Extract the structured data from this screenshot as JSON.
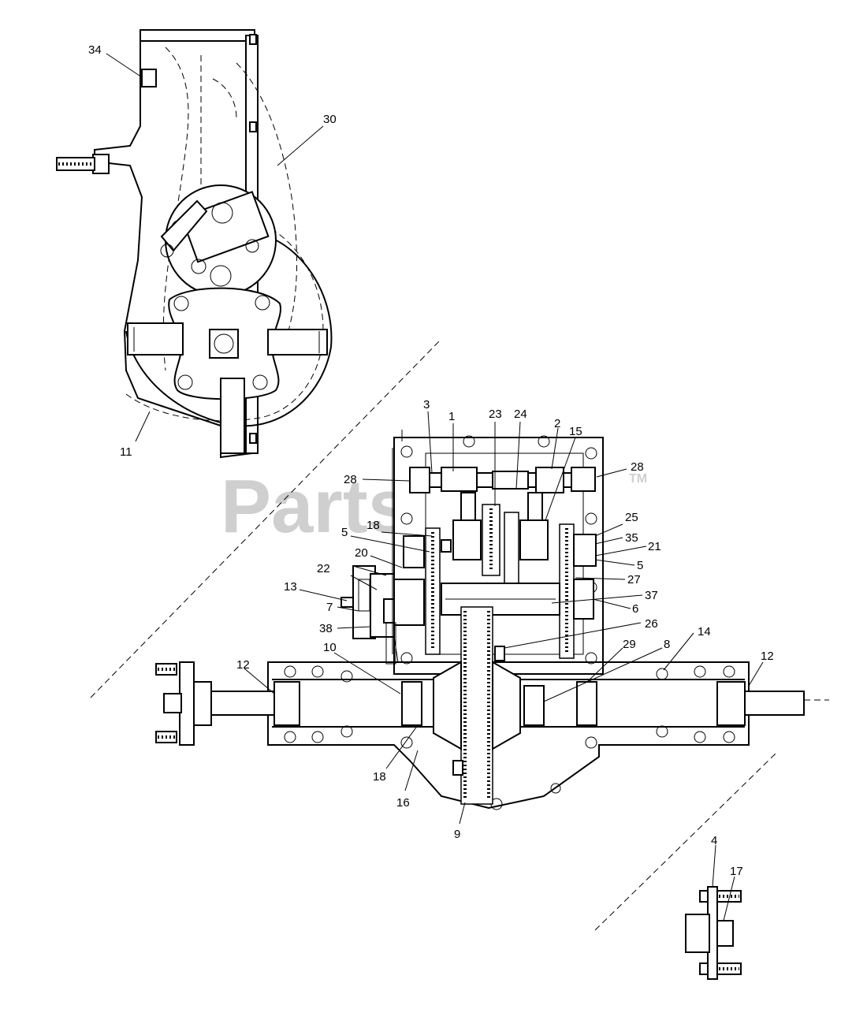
{
  "watermark": {
    "text": "PartsTree",
    "tm": "TM",
    "color": "#cfcfcf"
  },
  "labels": [
    "34",
    "30",
    "11",
    "3",
    "1",
    "23",
    "24",
    "2",
    "15",
    "28",
    "28",
    "18",
    "5",
    "20",
    "22",
    "13",
    "7",
    "38",
    "25",
    "35",
    "21",
    "5",
    "27",
    "37",
    "6",
    "26",
    "14",
    "12",
    "12",
    "10",
    "29",
    "8",
    "18",
    "16",
    "9",
    "4",
    "17"
  ]
}
